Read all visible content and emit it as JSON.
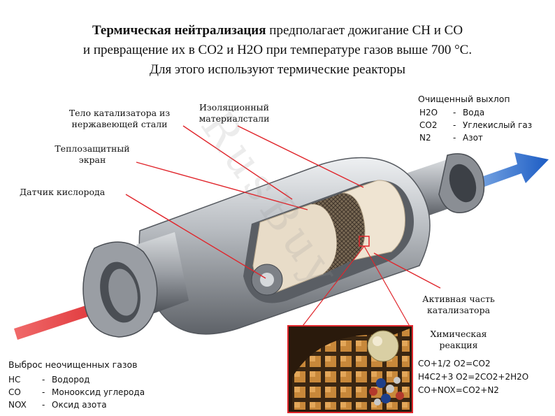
{
  "heading": {
    "line1_bold": "Термическая нейтрализация",
    "line1_rest": " предполагает дожигание CH и CO",
    "line2": "и превращение их в CO2 и H2O при температуре газов выше 700 °С.",
    "line3": "Для этого используют термические реакторы"
  },
  "labels": {
    "body": "Тело катализатора из нержавеющей стали",
    "insulation": "Изоляционный материалстали",
    "heat_shield": "Теплозащитный экран",
    "oxygen_sensor": "Датчик кислорода",
    "active_part": "Активная часть катализатора",
    "chemical_reaction": "Химическая реакция"
  },
  "outlet": {
    "title": "Очищенный выхлоп",
    "rows": [
      {
        "formula": "H2O",
        "dash": "-",
        "name": "Вода"
      },
      {
        "formula": "CO2",
        "dash": "-",
        "name": "Углекислый газ"
      },
      {
        "formula": "N2",
        "dash": "-",
        "name": "Азот"
      }
    ]
  },
  "inlet": {
    "title": "Выброс неочищенных газов",
    "rows": [
      {
        "formula": "HC",
        "dash": "-",
        "name": "Водород"
      },
      {
        "formula": "CO",
        "dash": "-",
        "name": "Монооксид углерода"
      },
      {
        "formula": "NOX",
        "dash": "-",
        "name": "Оксид азота"
      }
    ]
  },
  "reactions": [
    "CO+1/2 O2=CO2",
    "H4C2+3 O2=2CO2+2H2O",
    "CO+NOX=CO2+N2"
  ],
  "watermark": "RusBuy",
  "colors": {
    "arrow_red": "#e0262c",
    "arrow_blue": "#1f62c8",
    "metal": "#b8bcc0",
    "ceramic": "#e8dcc8",
    "mesh": "#6b5a45"
  }
}
